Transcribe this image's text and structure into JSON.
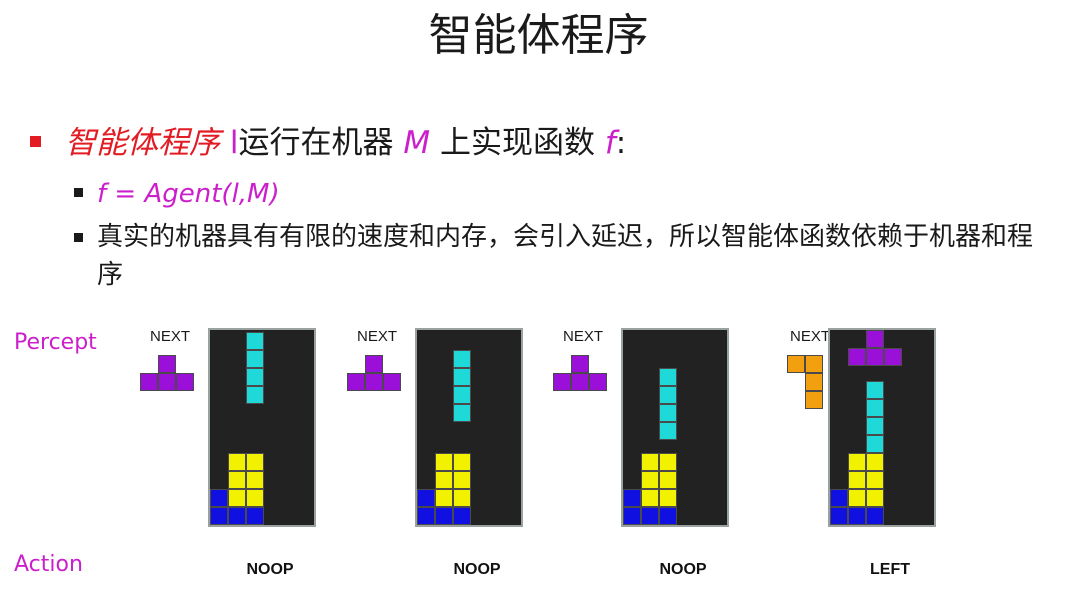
{
  "title": "智能体程序",
  "bullet": {
    "term": "智能体程序",
    "l_symbol": "l",
    "text1": "运行在机器",
    "m_symbol": "M",
    "text2": "上实现函数",
    "f_symbol": "f",
    "colon": ":"
  },
  "sub1": {
    "formula": "f = Agent(l,M)"
  },
  "sub2": {
    "text": "真实的机器具有有限的速度和内存，会引入延迟，所以智能体函数依赖于机器和程序"
  },
  "labels": {
    "percept": "Percept",
    "action": "Action"
  },
  "colors": {
    "cyan": "#1fd8d8",
    "yellow": "#f2f200",
    "blue": "#1010e0",
    "purple": "#9b10d8",
    "orange": "#f2a010",
    "board": "#222222",
    "red": "#e31b23",
    "magenta": "#cc1fcc"
  },
  "frames": [
    {
      "next_label": "NEXT",
      "next_piece": "T",
      "action": "NOOP",
      "falling_piece": "I-vertical",
      "falling_top_row": 0
    },
    {
      "next_label": "NEXT",
      "next_piece": "T",
      "action": "NOOP",
      "falling_piece": "I-vertical",
      "falling_top_row": 1
    },
    {
      "next_label": "NEXT",
      "next_piece": "T",
      "action": "NOOP",
      "falling_piece": "I-vertical",
      "falling_top_row": 2
    },
    {
      "next_label": "NEXT",
      "next_piece": "L",
      "action": "LEFT",
      "falling_piece": "T",
      "falling_top_row": 0
    }
  ]
}
